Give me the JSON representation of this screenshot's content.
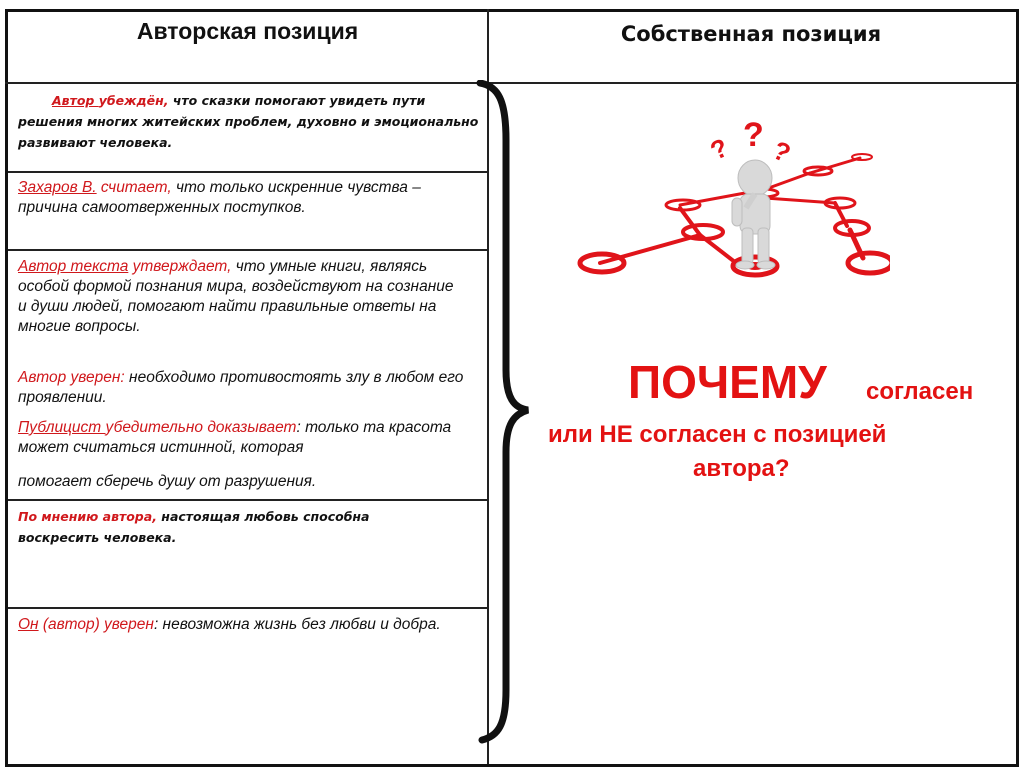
{
  "table": {
    "headers": {
      "author_position": "Авторская позиция",
      "own_position": "Собственная позиция"
    },
    "rows": [
      {
        "red_underlined": "Автор ",
        "red": "убеждён,",
        "black": " что сказки  помогают увидеть пути решения многих житейских проблем,  духовно и эмоционально развивают человека."
      },
      {
        "red_underlined": "Захаров В.",
        "red": " считает,",
        "black": " что только искренние чувства – причина самоотверженных поступков."
      },
      {
        "red_underlined": "Автор  текста",
        "red": " утверждает,",
        "black": " что умные книги, являясь особой формой познания мира, воздействуют на сознание и души людей, помогают найти правильные ответы на многие вопросы.",
        "extra": [
          {
            "red_underlined": "",
            "red": "Автор уверен:",
            "black": " необходимо противостоять злу в любом его проявлении."
          },
          {
            "red_underlined": "Публицист ",
            "red": "убедительно доказывает",
            "black": ": только та красота может считаться истинной, которая",
            "black_line2": "помогает сберечь  душу от разрушения."
          }
        ]
      },
      {
        "red_underlined": "",
        "red": "По мнению автора,",
        "black": " настоящая любовь способна воскресить человека."
      },
      {
        "red_underlined": "Он",
        "red": " (автор) уверен",
        "black": ": невозможна жизнь без любви и добра."
      }
    ]
  },
  "own_position": {
    "illustration": "thinking-figure-with-question-marks-and-path-diagram",
    "question": {
      "big": "ПОЧЕМУ",
      "part1": "согласен",
      "part2": "или НЕ согласен с позицией",
      "part3": "автора?"
    }
  },
  "colors": {
    "accent_red": "#d0181c",
    "question_red": "#e31212",
    "text": "#111111",
    "border": "#111111"
  }
}
